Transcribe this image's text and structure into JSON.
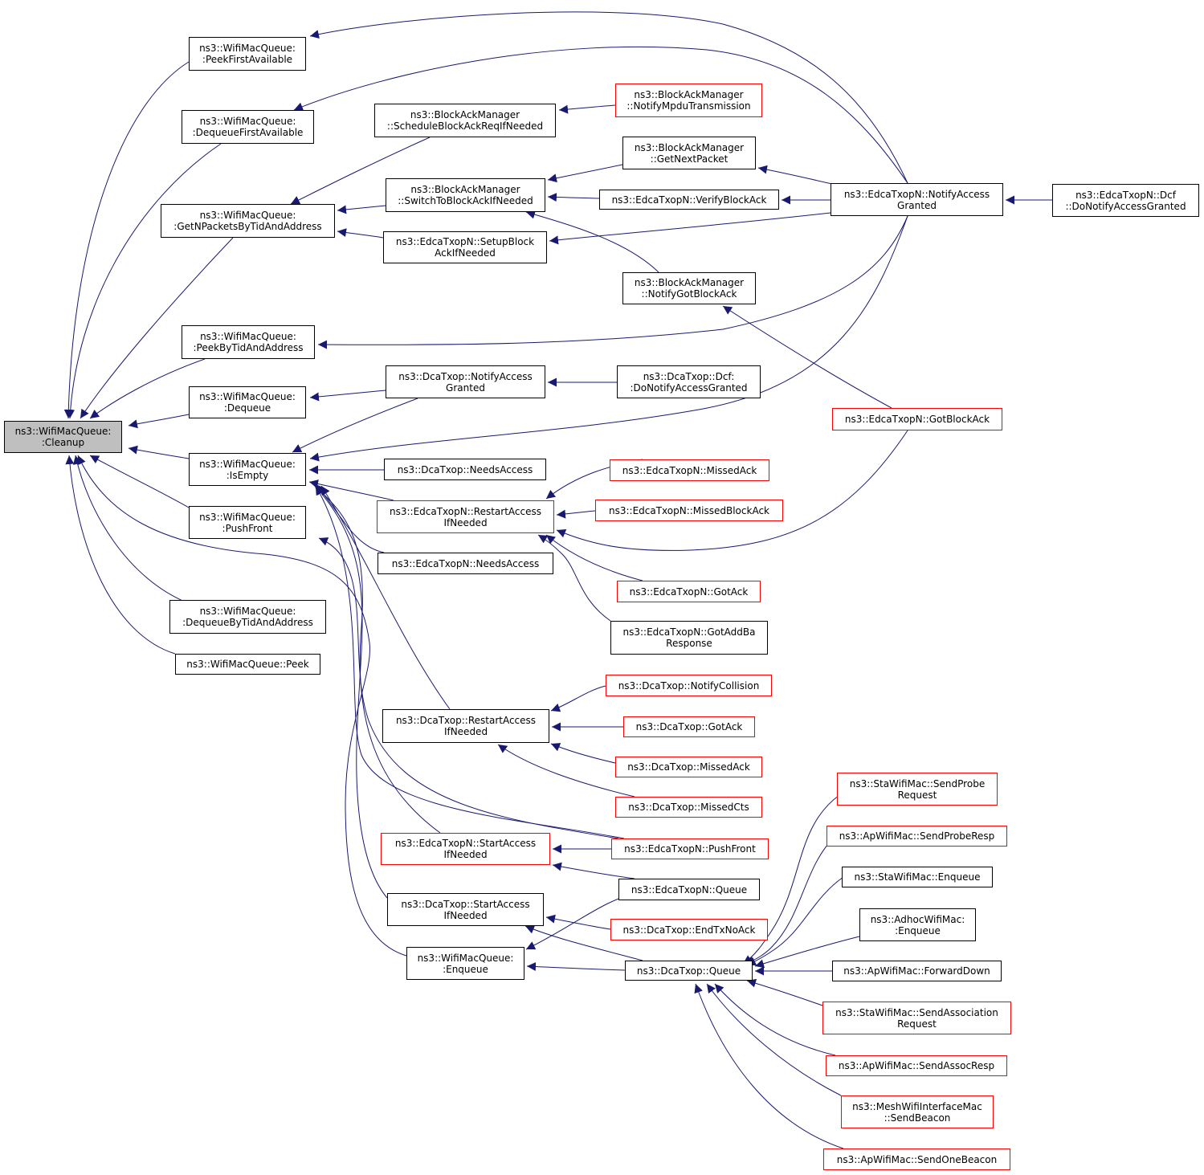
{
  "diagram": {
    "title": "",
    "colors": {
      "edge": "#191970",
      "border": "#000000",
      "border_red": "#ff0000",
      "root_fill": "#bfbfbf"
    },
    "nodes": [
      {
        "id": "cleanup",
        "lines": [
          "ns3::WifiMacQueue:",
          ":Cleanup"
        ],
        "style": "root"
      },
      {
        "id": "peekfirst",
        "lines": [
          "ns3::WifiMacQueue:",
          ":PeekFirstAvailable"
        ],
        "style": "black"
      },
      {
        "id": "dequeuefirst",
        "lines": [
          "ns3::WifiMacQueue:",
          ":DequeueFirstAvailable"
        ],
        "style": "black"
      },
      {
        "id": "getnpackets",
        "lines": [
          "ns3::WifiMacQueue:",
          ":GetNPacketsByTidAndAddress"
        ],
        "style": "black"
      },
      {
        "id": "peekbytid",
        "lines": [
          "ns3::WifiMacQueue:",
          ":PeekByTidAndAddress"
        ],
        "style": "black"
      },
      {
        "id": "dequeue",
        "lines": [
          "ns3::WifiMacQueue:",
          ":Dequeue"
        ],
        "style": "black"
      },
      {
        "id": "isempty",
        "lines": [
          "ns3::WifiMacQueue:",
          ":IsEmpty"
        ],
        "style": "black"
      },
      {
        "id": "pushfront",
        "lines": [
          "ns3::WifiMacQueue:",
          ":PushFront"
        ],
        "style": "black"
      },
      {
        "id": "dequeuebytid",
        "lines": [
          "ns3::WifiMacQueue:",
          ":DequeueByTidAndAddress"
        ],
        "style": "black"
      },
      {
        "id": "peek",
        "lines": [
          "ns3::WifiMacQueue::Peek"
        ],
        "style": "black"
      },
      {
        "id": "schedulebar",
        "lines": [
          "ns3::BlockAckManager",
          "::ScheduleBlockAckReqIfNeeded"
        ],
        "style": "black"
      },
      {
        "id": "notifympdu",
        "lines": [
          "ns3::BlockAckManager",
          "::NotifyMpduTransmission"
        ],
        "style": "red"
      },
      {
        "id": "switchtoba",
        "lines": [
          "ns3::BlockAckManager",
          "::SwitchToBlockAckIfNeeded"
        ],
        "style": "black"
      },
      {
        "id": "getnextpacket",
        "lines": [
          "ns3::BlockAckManager",
          "::GetNextPacket"
        ],
        "style": "black"
      },
      {
        "id": "verifyba",
        "lines": [
          "ns3::EdcaTxopN::VerifyBlockAck"
        ],
        "style": "black"
      },
      {
        "id": "setupba",
        "lines": [
          "ns3::EdcaTxopN::SetupBlock",
          "AckIfNeeded"
        ],
        "style": "black"
      },
      {
        "id": "notifygotba",
        "lines": [
          "ns3::BlockAckManager",
          "::NotifyGotBlockAck"
        ],
        "style": "black"
      },
      {
        "id": "edcanotifyaccess",
        "lines": [
          "ns3::EdcaTxopN::NotifyAccess",
          "Granted"
        ],
        "style": "black"
      },
      {
        "id": "edcadonotify",
        "lines": [
          "ns3::EdcaTxopN::Dcf",
          "::DoNotifyAccessGranted"
        ],
        "style": "black"
      },
      {
        "id": "dcanotifyaccess",
        "lines": [
          "ns3::DcaTxop::NotifyAccess",
          "Granted"
        ],
        "style": "black"
      },
      {
        "id": "dcadonotify",
        "lines": [
          "ns3::DcaTxop::Dcf:",
          ":DoNotifyAccessGranted"
        ],
        "style": "black"
      },
      {
        "id": "gotblockack",
        "lines": [
          "ns3::EdcaTxopN::GotBlockAck"
        ],
        "style": "red"
      },
      {
        "id": "dcaneedsaccess",
        "lines": [
          "ns3::DcaTxop::NeedsAccess"
        ],
        "style": "black"
      },
      {
        "id": "edcarestart",
        "lines": [
          "ns3::EdcaTxopN::RestartAccess",
          "IfNeeded"
        ],
        "style": "red"
      },
      {
        "id": "edcamissedack",
        "lines": [
          "ns3::EdcaTxopN::MissedAck"
        ],
        "style": "red"
      },
      {
        "id": "edcamissedba",
        "lines": [
          "ns3::EdcaTxopN::MissedBlockAck"
        ],
        "style": "red"
      },
      {
        "id": "edcaneedsaccess",
        "lines": [
          "ns3::EdcaTxopN::NeedsAccess"
        ],
        "style": "black"
      },
      {
        "id": "edcagotack",
        "lines": [
          "ns3::EdcaTxopN::GotAck"
        ],
        "style": "red"
      },
      {
        "id": "edcagotaddba",
        "lines": [
          "ns3::EdcaTxopN::GotAddBa",
          "Response"
        ],
        "style": "black"
      },
      {
        "id": "dcanotifycoll",
        "lines": [
          "ns3::DcaTxop::NotifyCollision"
        ],
        "style": "red"
      },
      {
        "id": "dcarestart",
        "lines": [
          "ns3::DcaTxop::RestartAccess",
          "IfNeeded"
        ],
        "style": "black"
      },
      {
        "id": "dcagotack",
        "lines": [
          "ns3::DcaTxop::GotAck"
        ],
        "style": "red"
      },
      {
        "id": "dcamissedack",
        "lines": [
          "ns3::DcaTxop::MissedAck"
        ],
        "style": "red"
      },
      {
        "id": "dcamissedcts",
        "lines": [
          "ns3::DcaTxop::MissedCts"
        ],
        "style": "red"
      },
      {
        "id": "edcastart",
        "lines": [
          "ns3::EdcaTxopN::StartAccess",
          "IfNeeded"
        ],
        "style": "red"
      },
      {
        "id": "edcapushfront",
        "lines": [
          "ns3::EdcaTxopN::PushFront"
        ],
        "style": "red"
      },
      {
        "id": "edcaqueue",
        "lines": [
          "ns3::EdcaTxopN::Queue"
        ],
        "style": "black"
      },
      {
        "id": "dcastart",
        "lines": [
          "ns3::DcaTxop::StartAccess",
          "IfNeeded"
        ],
        "style": "black"
      },
      {
        "id": "dcaendtxnoack",
        "lines": [
          "ns3::DcaTxop::EndTxNoAck"
        ],
        "style": "red"
      },
      {
        "id": "enqueue",
        "lines": [
          "ns3::WifiMacQueue:",
          ":Enqueue"
        ],
        "style": "black"
      },
      {
        "id": "dcaqueue",
        "lines": [
          "ns3::DcaTxop::Queue"
        ],
        "style": "black"
      },
      {
        "id": "stasendprobe",
        "lines": [
          "ns3::StaWifiMac::SendProbe",
          "Request"
        ],
        "style": "red"
      },
      {
        "id": "apsendproberesp",
        "lines": [
          "ns3::ApWifiMac::SendProbeResp"
        ],
        "style": "red"
      },
      {
        "id": "staenqueue",
        "lines": [
          "ns3::StaWifiMac::Enqueue"
        ],
        "style": "black"
      },
      {
        "id": "adhocenqueue",
        "lines": [
          "ns3::AdhocWifiMac:",
          ":Enqueue"
        ],
        "style": "black"
      },
      {
        "id": "apforwarddown",
        "lines": [
          "ns3::ApWifiMac::ForwardDown"
        ],
        "style": "black"
      },
      {
        "id": "stasendassoc",
        "lines": [
          "ns3::StaWifiMac::SendAssociation",
          "Request"
        ],
        "style": "red"
      },
      {
        "id": "apsendassocresp",
        "lines": [
          "ns3::ApWifiMac::SendAssocResp"
        ],
        "style": "red"
      },
      {
        "id": "meshsendbeacon",
        "lines": [
          "ns3::MeshWifiInterfaceMac",
          "::SendBeacon"
        ],
        "style": "red"
      },
      {
        "id": "apsendonebeacon",
        "lines": [
          "ns3::ApWifiMac::SendOneBeacon"
        ],
        "style": "red"
      }
    ],
    "edges": [
      {
        "from": "peekfirst",
        "to": "cleanup"
      },
      {
        "from": "dequeuefirst",
        "to": "cleanup"
      },
      {
        "from": "getnpackets",
        "to": "cleanup"
      },
      {
        "from": "peekbytid",
        "to": "cleanup"
      },
      {
        "from": "dequeue",
        "to": "cleanup"
      },
      {
        "from": "isempty",
        "to": "cleanup"
      },
      {
        "from": "pushfront",
        "to": "cleanup"
      },
      {
        "from": "dequeuebytid",
        "to": "cleanup"
      },
      {
        "from": "peek",
        "to": "cleanup"
      },
      {
        "from": "enqueue",
        "to": "cleanup"
      },
      {
        "from": "edcanotifyaccess",
        "to": "peekfirst"
      },
      {
        "from": "edcanotifyaccess",
        "to": "dequeuefirst"
      },
      {
        "from": "schedulebar",
        "to": "getnpackets"
      },
      {
        "from": "switchtoba",
        "to": "getnpackets"
      },
      {
        "from": "setupba",
        "to": "getnpackets"
      },
      {
        "from": "notifympdu",
        "to": "schedulebar"
      },
      {
        "from": "getnextpacket",
        "to": "switchtoba"
      },
      {
        "from": "verifyba",
        "to": "switchtoba"
      },
      {
        "from": "notifygotba",
        "to": "switchtoba"
      },
      {
        "from": "edcanotifyaccess",
        "to": "getnextpacket"
      },
      {
        "from": "edcanotifyaccess",
        "to": "verifyba"
      },
      {
        "from": "edcanotifyaccess",
        "to": "setupba"
      },
      {
        "from": "gotblockack",
        "to": "notifygotba"
      },
      {
        "from": "edcadonotify",
        "to": "edcanotifyaccess"
      },
      {
        "from": "edcanotifyaccess",
        "to": "peekbytid"
      },
      {
        "from": "dcanotifyaccess",
        "to": "dequeue"
      },
      {
        "from": "dcadonotify",
        "to": "dcanotifyaccess"
      },
      {
        "from": "dcanotifyaccess",
        "to": "isempty"
      },
      {
        "from": "edcanotifyaccess",
        "to": "isempty"
      },
      {
        "from": "dcaneedsaccess",
        "to": "isempty"
      },
      {
        "from": "edcarestart",
        "to": "isempty"
      },
      {
        "from": "edcaneedsaccess",
        "to": "isempty"
      },
      {
        "from": "dcarestart",
        "to": "isempty"
      },
      {
        "from": "edcastart",
        "to": "isempty"
      },
      {
        "from": "dcastart",
        "to": "isempty"
      },
      {
        "from": "edcapushfront",
        "to": "isempty"
      },
      {
        "from": "edcamissedack",
        "to": "edcarestart"
      },
      {
        "from": "edcamissedba",
        "to": "edcarestart"
      },
      {
        "from": "gotblockack",
        "to": "edcarestart"
      },
      {
        "from": "edcagotack",
        "to": "edcarestart"
      },
      {
        "from": "edcagotaddba",
        "to": "edcarestart"
      },
      {
        "from": "dcanotifycoll",
        "to": "dcarestart"
      },
      {
        "from": "dcagotack",
        "to": "dcarestart"
      },
      {
        "from": "dcamissedack",
        "to": "dcarestart"
      },
      {
        "from": "dcamissedcts",
        "to": "dcarestart"
      },
      {
        "from": "edcapushfront",
        "to": "edcastart"
      },
      {
        "from": "edcaqueue",
        "to": "edcastart"
      },
      {
        "from": "dcaendtxnoack",
        "to": "dcastart"
      },
      {
        "from": "dcaqueue",
        "to": "dcastart"
      },
      {
        "from": "edcaqueue",
        "to": "enqueue"
      },
      {
        "from": "dcaqueue",
        "to": "enqueue"
      },
      {
        "from": "edcapushfront",
        "to": "pushfront"
      },
      {
        "from": "stasendprobe",
        "to": "dcaqueue"
      },
      {
        "from": "apsendproberesp",
        "to": "dcaqueue"
      },
      {
        "from": "staenqueue",
        "to": "dcaqueue"
      },
      {
        "from": "adhocenqueue",
        "to": "dcaqueue"
      },
      {
        "from": "apforwarddown",
        "to": "dcaqueue"
      },
      {
        "from": "stasendassoc",
        "to": "dcaqueue"
      },
      {
        "from": "apsendassocresp",
        "to": "dcaqueue"
      },
      {
        "from": "meshsendbeacon",
        "to": "dcaqueue"
      },
      {
        "from": "apsendonebeacon",
        "to": "dcaqueue"
      }
    ]
  }
}
